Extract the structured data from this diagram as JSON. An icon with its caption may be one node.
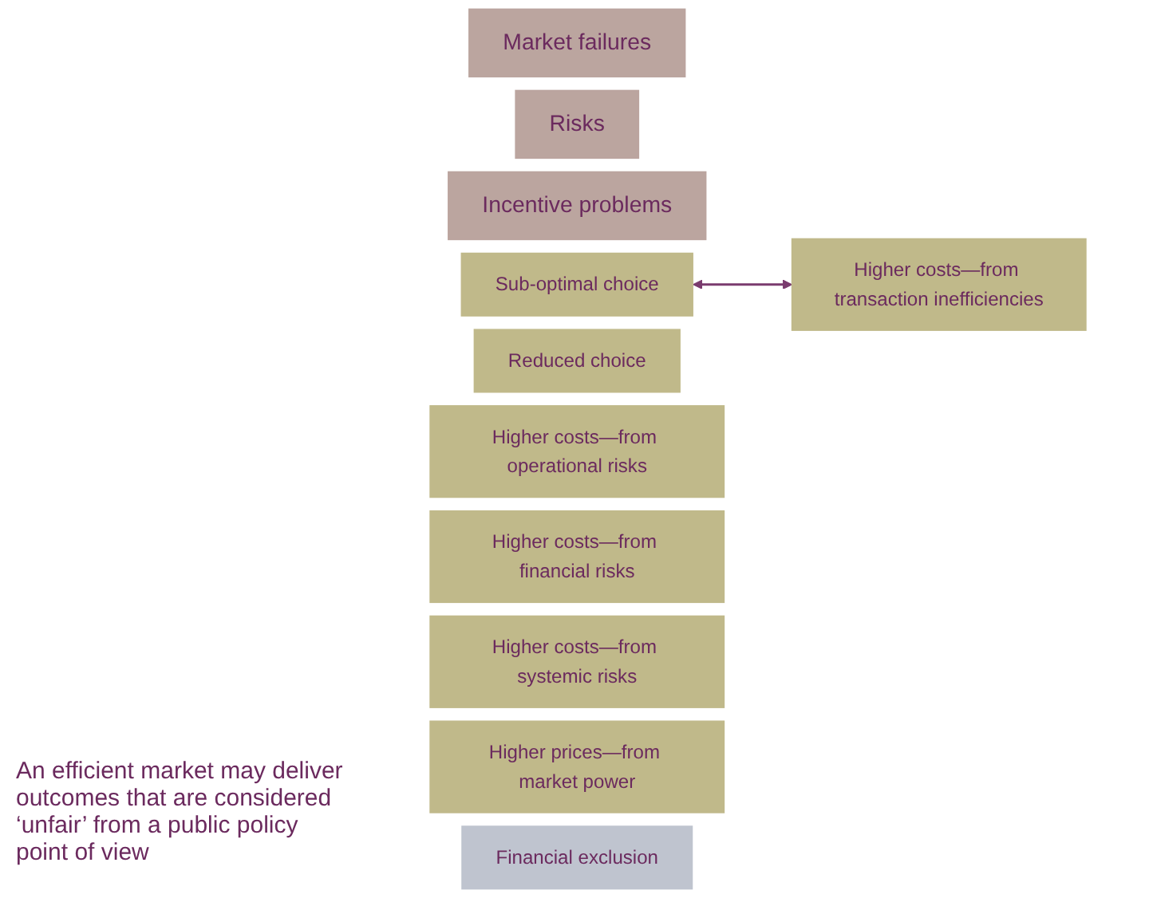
{
  "diagram": {
    "nodes": [
      {
        "text": [
          "Market failures"
        ]
      },
      {
        "text": [
          "Risks"
        ]
      },
      {
        "text": [
          "Incentive problems"
        ]
      },
      {
        "text": [
          "Sub-optimal choice"
        ]
      },
      {
        "text": [
          "Reduced choice"
        ]
      },
      {
        "text": [
          "Higher costs—from operational risks"
        ]
      },
      {
        "text": [
          "Higher costs—from financial risks"
        ]
      },
      {
        "text": [
          "Higher costs—from systemic risks"
        ]
      },
      {
        "text": [
          "Higher prices—from market power"
        ]
      },
      {
        "text": [
          "Higher costs—from transaction inefficiencies"
        ]
      },
      {
        "text": [
          "Financial exclusion"
        ]
      }
    ],
    "edges": [
      {
        "from": 3,
        "to": 9,
        "arrow": "both"
      }
    ],
    "labels": [
      "An efficient market may deliver outcomes that are considered ‘unfair’ from a public policy point of view"
    ]
  }
}
